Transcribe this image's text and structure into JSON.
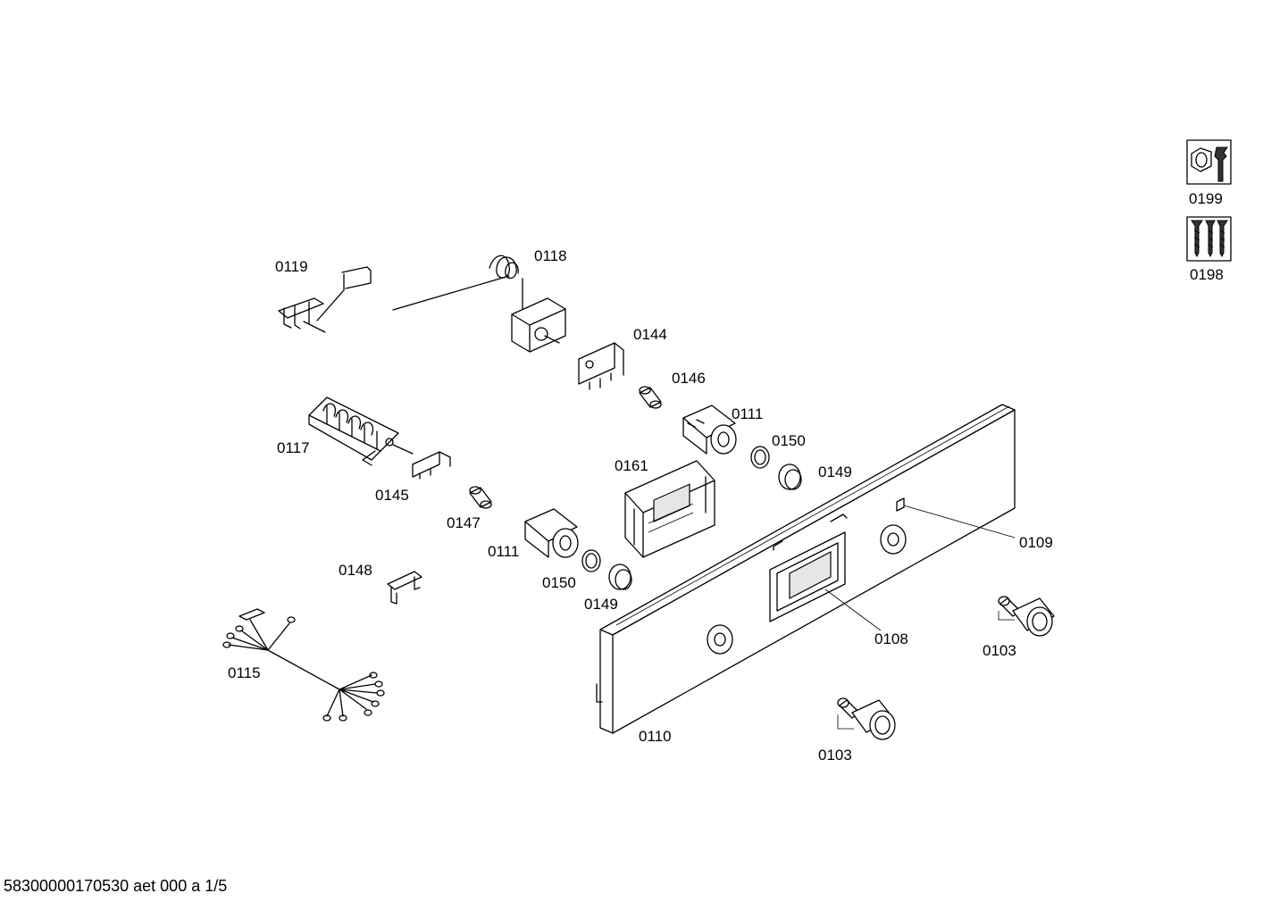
{
  "footer": "58300000170530 aet 000 a 1/5",
  "labels": {
    "p0119": "0119",
    "p0118": "0118",
    "p0144": "0144",
    "p0146": "0146",
    "p0111a": "0111",
    "p0150a": "0150",
    "p0149a": "0149",
    "p0117": "0117",
    "p0145": "0145",
    "p0147": "0147",
    "p0161": "0161",
    "p0111b": "0111",
    "p0150b": "0150",
    "p0149b": "0149",
    "p0148": "0148",
    "p0109": "0109",
    "p0108": "0108",
    "p0103a": "0103",
    "p0103b": "0103",
    "p0115": "0115",
    "p0110": "0110",
    "p0199": "0199",
    "p0198": "0198"
  },
  "icons": {
    "p0199": "nut-wrench-icon",
    "p0198": "screws-icon"
  }
}
